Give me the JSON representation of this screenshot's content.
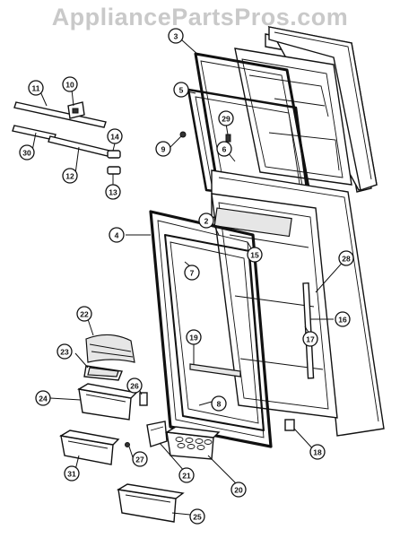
{
  "watermark": "AppliancePartsPros.com",
  "callouts": [
    {
      "id": "c3",
      "label": "3"
    },
    {
      "id": "c5",
      "label": "5"
    },
    {
      "id": "c29",
      "label": "29"
    },
    {
      "id": "c9",
      "label": "9"
    },
    {
      "id": "c6",
      "label": "6"
    },
    {
      "id": "c11",
      "label": "11"
    },
    {
      "id": "c10",
      "label": "10"
    },
    {
      "id": "c30",
      "label": "30"
    },
    {
      "id": "c12",
      "label": "12"
    },
    {
      "id": "c14",
      "label": "14"
    },
    {
      "id": "c13",
      "label": "13"
    },
    {
      "id": "c2",
      "label": "2"
    },
    {
      "id": "c4",
      "label": "4"
    },
    {
      "id": "c15",
      "label": "15"
    },
    {
      "id": "c7",
      "label": "7"
    },
    {
      "id": "c28",
      "label": "28"
    },
    {
      "id": "c16",
      "label": "16"
    },
    {
      "id": "c17",
      "label": "17"
    },
    {
      "id": "c22",
      "label": "22"
    },
    {
      "id": "c19",
      "label": "19"
    },
    {
      "id": "c23",
      "label": "23"
    },
    {
      "id": "c26",
      "label": "26"
    },
    {
      "id": "c24",
      "label": "24"
    },
    {
      "id": "c8",
      "label": "8"
    },
    {
      "id": "c18",
      "label": "18"
    },
    {
      "id": "c27",
      "label": "27"
    },
    {
      "id": "c31",
      "label": "31"
    },
    {
      "id": "c21",
      "label": "21"
    },
    {
      "id": "c20",
      "label": "20"
    },
    {
      "id": "c25",
      "label": "25"
    }
  ]
}
